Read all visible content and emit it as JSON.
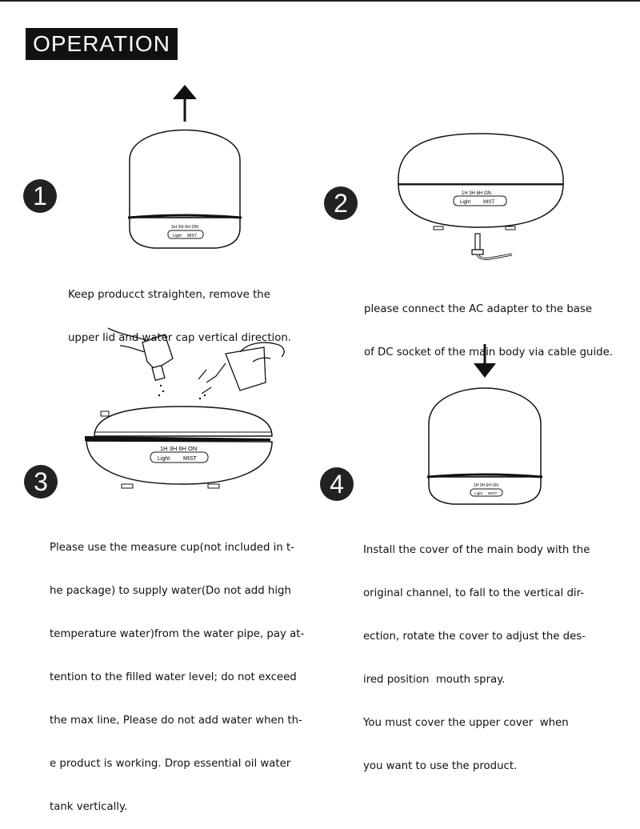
{
  "header": {
    "title": "OPERATION"
  },
  "steps": [
    {
      "number": "1",
      "lines": [
        "Keep producct straighten, remove the",
        "upper lid and water cap vertical direction."
      ]
    },
    {
      "number": "2",
      "lines": [
        "please connect the AC adapter to the base",
        "of DC socket of the main body via cable guide."
      ]
    },
    {
      "number": "3",
      "lines": [
        "Please use the measure cup(not included in t-",
        "he package) to supply water(Do not add high",
        "temperature water)from the water pipe, pay at-",
        "tention to the filled water level; do not exceed",
        "the max line, Please do not add water when th-",
        "e product is working. Drop essential oil water",
        "tank vertically."
      ]
    },
    {
      "number": "4",
      "lines": [
        "Install the cover of the main body with the",
        "original channel, to fall to the vertical dir-",
        "ection, rotate the cover to adjust the des-",
        "ired position  mouth spray.",
        "You must cover the upper cover  when",
        "you want to use the product."
      ]
    }
  ],
  "panel": {
    "timers": "1H  3H  6H  ON",
    "light_label": "Light",
    "mist_label": "MIST"
  }
}
